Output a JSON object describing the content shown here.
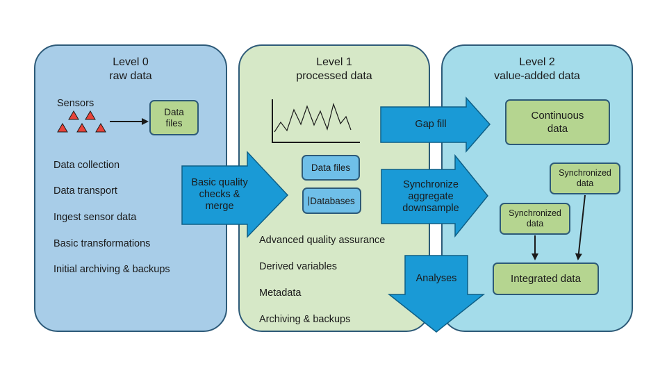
{
  "levels": [
    {
      "title_line1": "Level 0",
      "title_line2": "raw data",
      "items": [
        "Data collection",
        "Data transport",
        "Ingest sensor data",
        "Basic transformations",
        "Initial archiving & backups"
      ]
    },
    {
      "title_line1": "Level 1",
      "title_line2": "processed data",
      "items": [
        "Advanced quality assurance",
        "Derived variables",
        "Metadata",
        "Archiving & backups"
      ]
    },
    {
      "title_line1": "Level 2",
      "title_line2": "value-added data"
    }
  ],
  "level0": {
    "sensors_label": "Sensors",
    "data_files_line1": "Data",
    "data_files_line2": "files"
  },
  "level1": {
    "data_files": "Data files",
    "databases": "Databases"
  },
  "level2": {
    "continuous_line1": "Continuous",
    "continuous_line2": "data",
    "sync_a_line1": "Synchronized",
    "sync_a_line2": "data",
    "sync_b_line1": "Synchronized",
    "sync_b_line2": "data",
    "integrated": "Integrated data"
  },
  "arrows": {
    "basic_qc": [
      "Basic quality",
      "checks &",
      "merge"
    ],
    "gap_fill": "Gap fill",
    "synchronize": [
      "Synchronize",
      "aggregate",
      "downsample"
    ],
    "analyses": "Analyses"
  },
  "colors": {
    "level0_bg": "#a8cde8",
    "level1_bg": "#d6e8c7",
    "level2_bg": "#a4dcea",
    "arrow_fill": "#1a9ad6",
    "green_box": "#b5d590",
    "blue_box": "#6fbfe8",
    "sensor_red": "#e8433a",
    "border": "#2d5a78"
  }
}
